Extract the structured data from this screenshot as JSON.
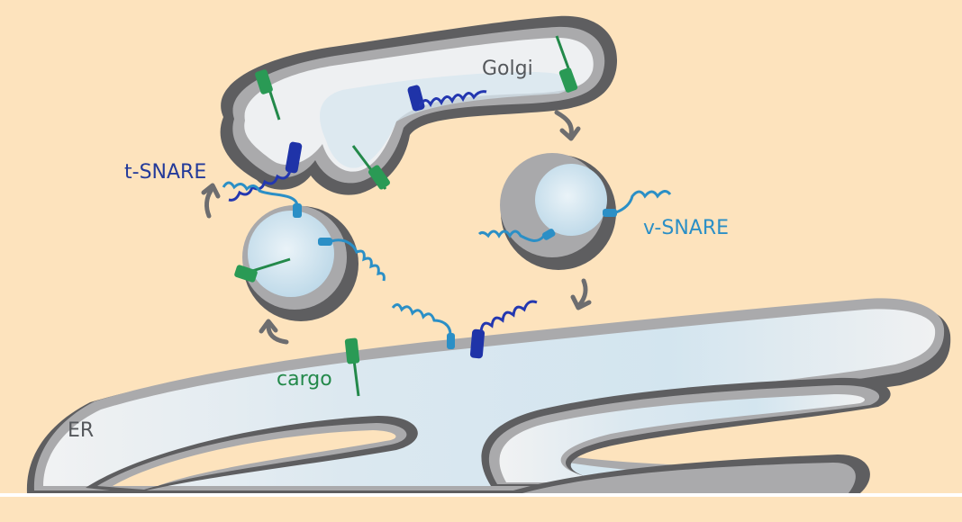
{
  "labels": {
    "golgi": "Golgi",
    "t_snare": "t-SNARE",
    "v_snare": "v-SNARE",
    "cargo": "cargo",
    "er": "ER"
  },
  "colors": {
    "background": "#fde3bd",
    "membrane_dark": "#5f5f61",
    "membrane_light": "#a9a9ab",
    "lumen": "#dce9f1",
    "cargo": "#23894a",
    "t_snare": "#2337b0",
    "v_snare": "#2b8fc6"
  }
}
